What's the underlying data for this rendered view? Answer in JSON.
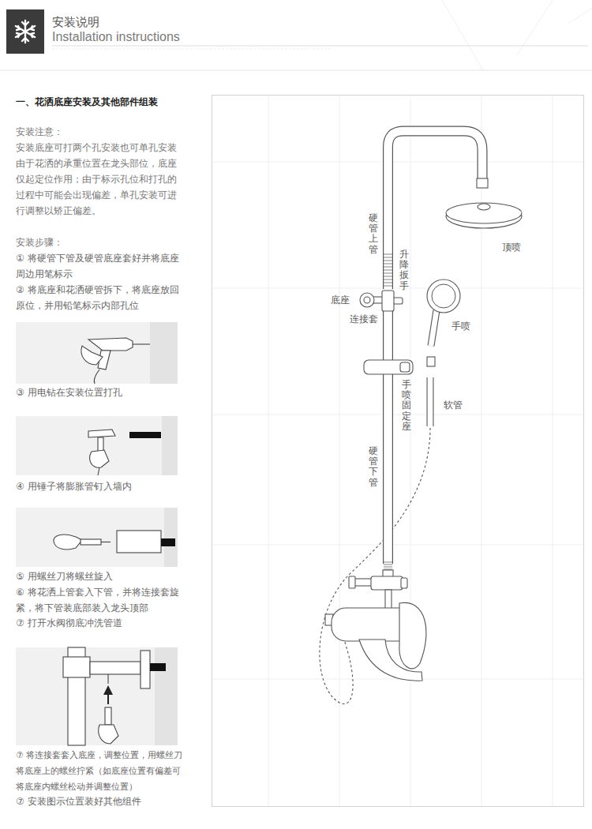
{
  "diagram": {
    "title": "安装说明",
    "labels": [
      "Installation instructions",
      "一、花洒底座安装及其他部件组装",
      "安装注意：",
      "安装底座可打两个孔安装也可单孔安装由于花洒的承重位置在龙头部位，底座仅起定位作用；由于标示孔位和打孔的过程中可能会出现偏差，单孔安装可进行调整以矫正偏差。",
      "安装步骤：",
      "① 将硬管下管及硬管底座套好并将底座周边用笔标示",
      "② 将底座和花洒硬管拆下，将底座放回原位，并用铅笔标示内部孔位",
      "③ 用电钻在安装位置打孔",
      "④ 用锤子将膨胀管钉入墙内",
      "⑤ 用螺丝刀将螺丝旋入",
      "⑥ 将花洒上管套入下管，并将连接套旋紧，将下管装底部装入龙头顶部",
      "⑦ 打开水阀彻底冲洗管道",
      "⑦ 将连接套套入底座，调整位置，用螺丝刀将底座上的螺丝拧紧（如底座位置有偏差可将底座内螺丝松动并调整位置）",
      "⑦ 安装图示位置装好其他组件",
      "硬管上管",
      "升降扳手",
      "底座",
      "连接套",
      "手喷",
      "手喷固定座",
      "软管",
      "硬管下管",
      "顶喷"
    ]
  }
}
